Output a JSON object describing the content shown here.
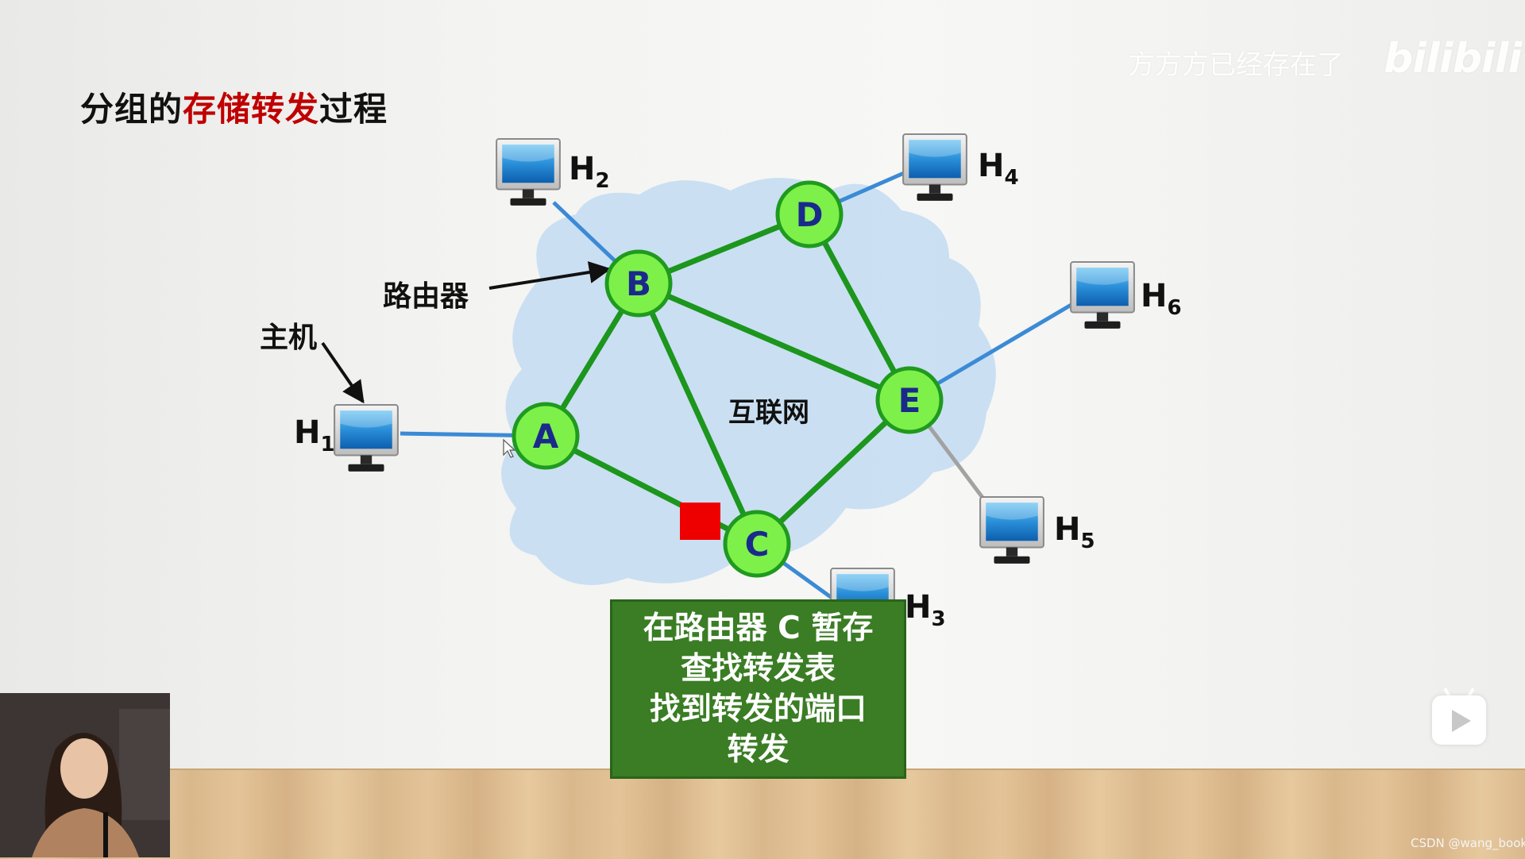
{
  "slide": {
    "title_prefix": "分组的",
    "title_highlight": "存储转发",
    "title_suffix": "过程",
    "highlight_color": "#c00000"
  },
  "watermark": {
    "user": "方方方已经存在了",
    "logo": "bilibili"
  },
  "network": {
    "cloud_label": "互联网",
    "routers": [
      {
        "id": "A",
        "label": "A"
      },
      {
        "id": "B",
        "label": "B"
      },
      {
        "id": "C",
        "label": "C"
      },
      {
        "id": "D",
        "label": "D"
      },
      {
        "id": "E",
        "label": "E"
      }
    ],
    "hosts": [
      {
        "id": "H1",
        "base": "H",
        "sub": "1"
      },
      {
        "id": "H2",
        "base": "H",
        "sub": "2"
      },
      {
        "id": "H3",
        "base": "H",
        "sub": "3"
      },
      {
        "id": "H4",
        "base": "H",
        "sub": "4"
      },
      {
        "id": "H5",
        "base": "H",
        "sub": "5"
      },
      {
        "id": "H6",
        "base": "H",
        "sub": "6"
      }
    ],
    "router_links": [
      [
        "A",
        "B"
      ],
      [
        "A",
        "C"
      ],
      [
        "B",
        "C"
      ],
      [
        "B",
        "D"
      ],
      [
        "B",
        "E"
      ],
      [
        "D",
        "E"
      ],
      [
        "C",
        "E"
      ]
    ],
    "host_links": [
      [
        "H1",
        "A"
      ],
      [
        "H2",
        "B"
      ],
      [
        "H3",
        "C"
      ],
      [
        "H4",
        "D"
      ],
      [
        "H5",
        "E"
      ],
      [
        "H6",
        "E"
      ]
    ],
    "callouts": {
      "router": "路由器",
      "host": "主机"
    },
    "colors": {
      "router_fill": "#7ef04a",
      "router_stroke": "#1f9a1f",
      "router_link": "#1c961c",
      "host_link": "#3b8ad6",
      "cloud": "#c5ddf2",
      "packet": "#ee0000"
    }
  },
  "info_box": {
    "lines": [
      "在路由器 C 暂存",
      "查找转发表",
      "找到转发的端口",
      "转发"
    ],
    "color": "#3a7d24"
  },
  "footer": {
    "credit": "CSDN @wang_book"
  }
}
